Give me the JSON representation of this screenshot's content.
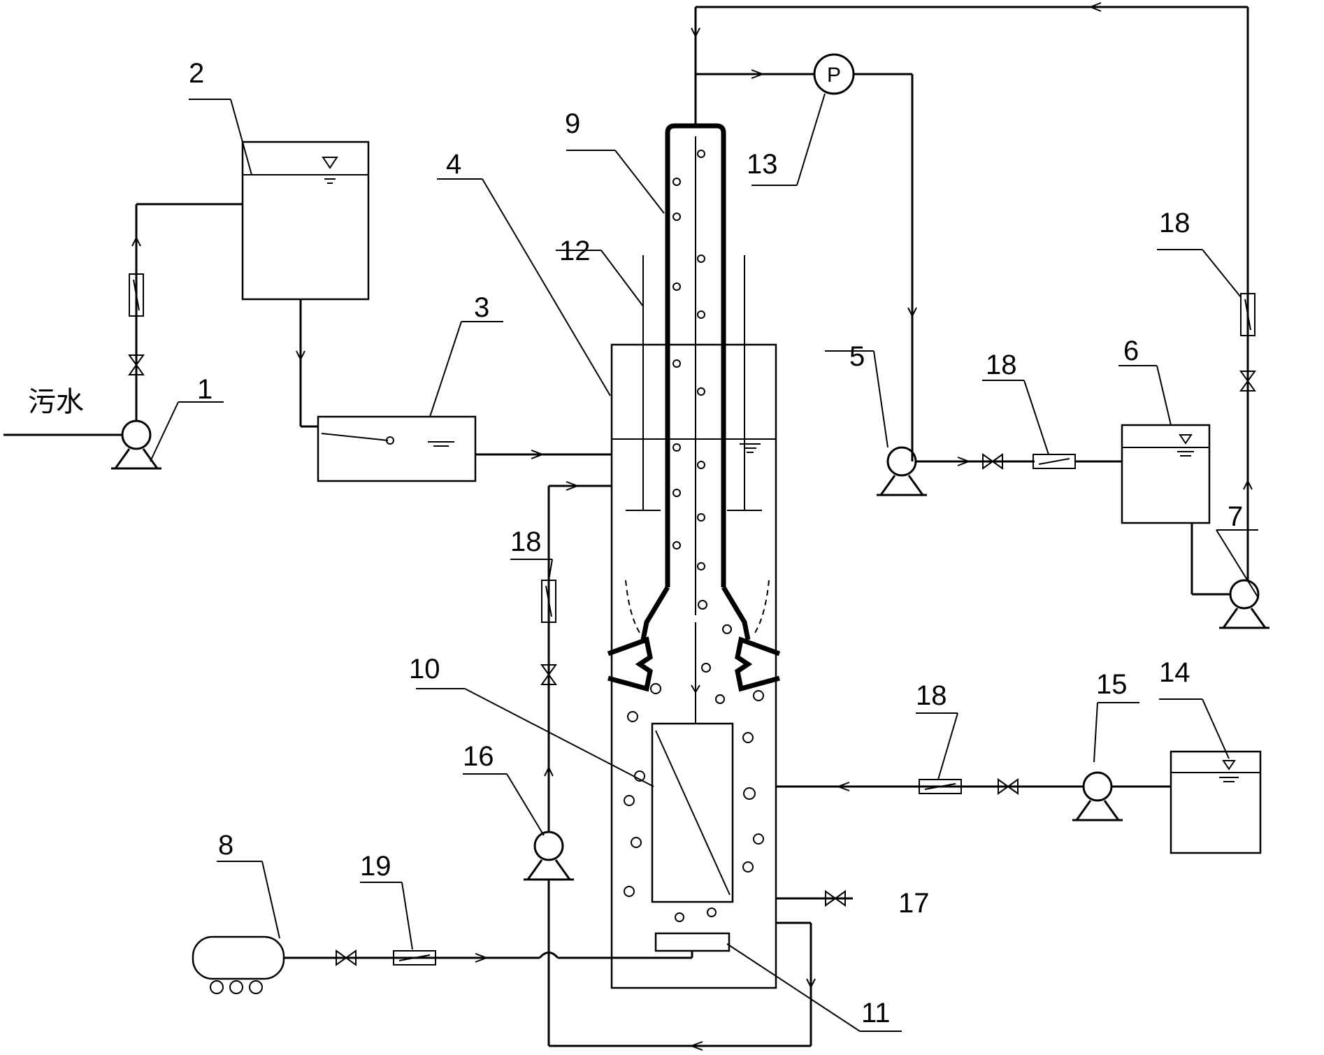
{
  "feed_label": "污水",
  "pressure_gauge_symbol": "P",
  "labels": {
    "l1": "1",
    "l2": "2",
    "l3": "3",
    "l4": "4",
    "l5": "5",
    "l6": "6",
    "l7": "7",
    "l8": "8",
    "l9": "9",
    "l10": "10",
    "l11": "11",
    "l12": "12",
    "l13": "13",
    "l14": "14",
    "l15": "15",
    "l16": "16",
    "l17": "17",
    "l18a": "18",
    "l18b": "18",
    "l18c": "18",
    "l18d": "18",
    "l19": "19"
  }
}
